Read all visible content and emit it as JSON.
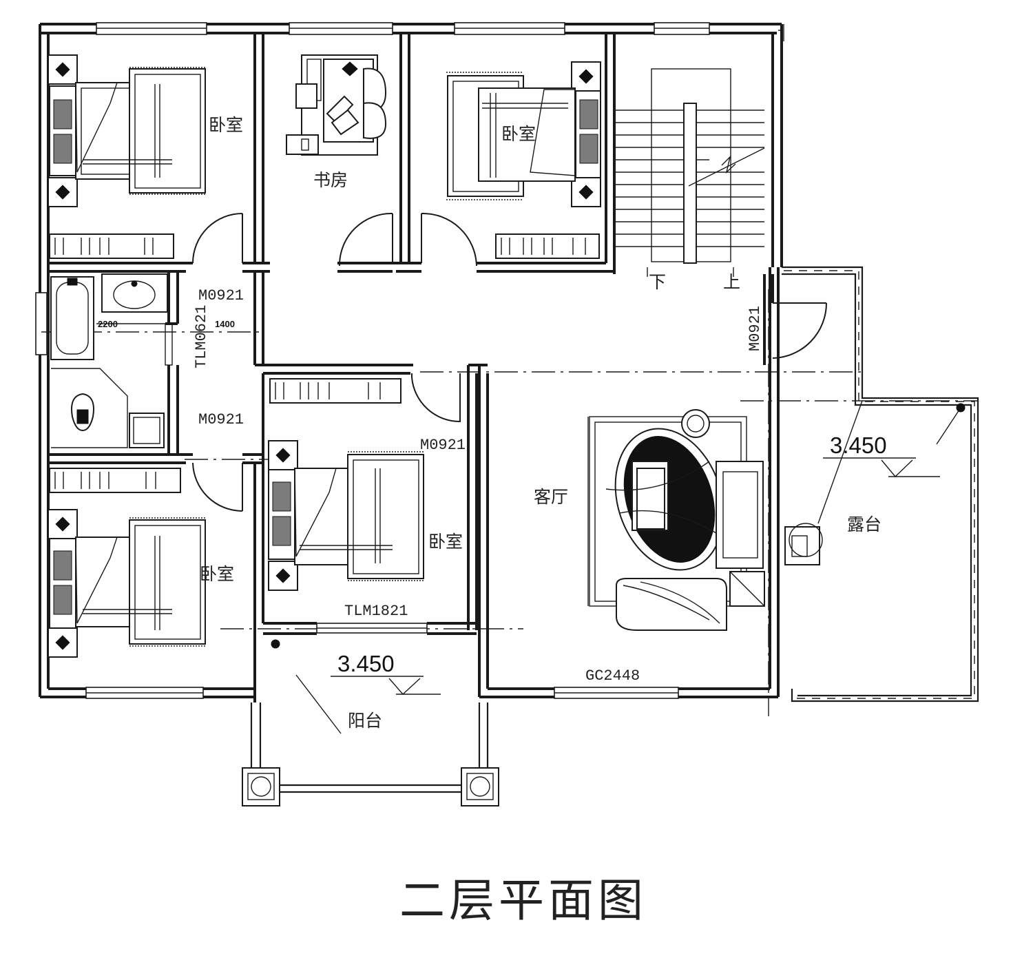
{
  "title": "二层平面图",
  "rooms": {
    "bedroom_nw": "卧室",
    "study": "书房",
    "bedroom_n": "卧室",
    "bedroom_center": "卧室",
    "bedroom_sw": "卧室",
    "living_room": "客厅",
    "balcony": "阳台",
    "terrace": "露台"
  },
  "stairs": {
    "down": "下",
    "up": "上"
  },
  "codes": {
    "door_bath_top": "M0921",
    "door_bath_side": "TLM0621",
    "door_bath_low": "M0921",
    "door_stair": "M0921",
    "door_center_bedroom": "M0921",
    "balcony_door": "TLM1821",
    "living_window": "GC2448"
  },
  "dimensions": {
    "bath_w1": "2200",
    "bath_w2": "1400"
  },
  "elevations": {
    "balcony": "3.450",
    "terrace": "3.450"
  },
  "colors": {
    "line": "#1a1a1a",
    "background": "#ffffff"
  }
}
